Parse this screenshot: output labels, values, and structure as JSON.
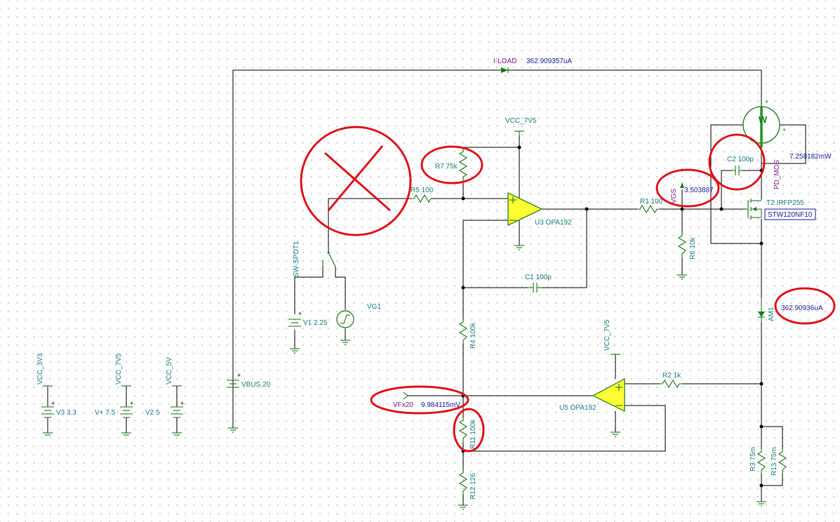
{
  "labels": {
    "iload_name": "I-LOAD",
    "iload_value": "362.909357uA",
    "vcc_top": "VCC_7V5",
    "r7": "R7 75k",
    "r5": "R5 100",
    "u3": "U3 OPA192",
    "r1": "R1 100",
    "vgs_name": "VGS",
    "vgs_value": "3.503887",
    "r6": "R6 10k",
    "c2": "C2 100p",
    "pd_mos": "PD_MOS",
    "power_value": "7.258182mW",
    "t2": "T2 IRFP255",
    "t2_box": "STW120NF10",
    "sw": "SW-SPDT1",
    "v1": "V1 2.25",
    "vg1": "VG1",
    "c1": "C1 100p",
    "r4": "R4 100k",
    "am1": "AM1",
    "am1_value": "362.90936uA",
    "vcc_u5": "VCC_7V5",
    "r2": "R2 1k",
    "u5": "U5 OPA192",
    "vfx_name": "VFx20",
    "vfx_value": "9.984115mV",
    "r11": "R11 100k",
    "r12": "R12 126",
    "r3": "R3 75m",
    "r13": "R13 75m",
    "vbus": "VBUS 20",
    "vcc_3v3": "VCC_3V3",
    "v3": "V3 3.3",
    "vcc_7v5_b": "VCC_7V5",
    "vplus": "V+ 7.5",
    "vcc_5v": "VCC_5V",
    "v2": "V2 5",
    "wattmeter": "W"
  },
  "colors": {
    "wire": "#000000",
    "component": "#1a7a1a",
    "label": "#1f7f7f",
    "value": "#1a1aa0",
    "net": "#8a1a8a",
    "opamp_fill": "#ffff33",
    "annotation": "#e0141e"
  }
}
